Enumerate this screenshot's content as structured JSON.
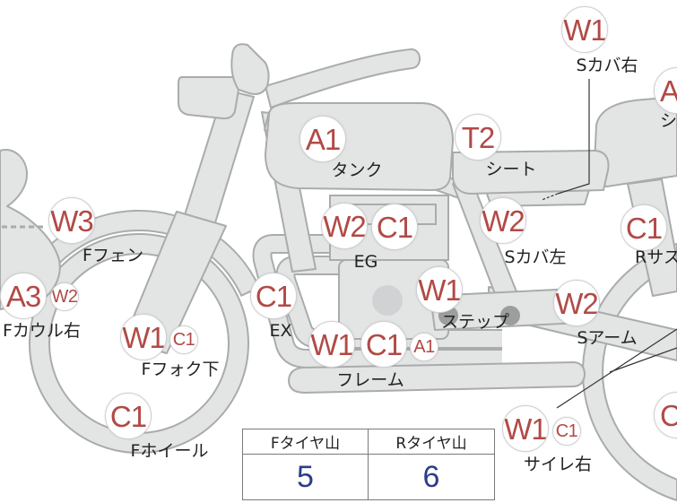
{
  "parts": [
    {
      "grades": [
        "W1"
      ],
      "label": "Sカバ右"
    },
    {
      "grades": [
        "A"
      ],
      "label": "シ"
    },
    {
      "grades": [
        "A1"
      ],
      "label": "タンク"
    },
    {
      "grades": [
        "T2"
      ],
      "label": "シート"
    },
    {
      "grades": [
        "W3"
      ],
      "label": "Fフェン"
    },
    {
      "grades": [
        "W2",
        "C1"
      ],
      "label": "EG"
    },
    {
      "grades": [
        "W2"
      ],
      "label": "Sカバ左"
    },
    {
      "grades": [
        "C1"
      ],
      "label": "Rサス"
    },
    {
      "grades": [
        "A3",
        "W2"
      ],
      "label": "Fカウル右"
    },
    {
      "grades": [
        "C1"
      ],
      "label": "EX"
    },
    {
      "grades": [
        "W1"
      ],
      "label": "ステップ"
    },
    {
      "grades": [
        "W2"
      ],
      "label": "Sアーム"
    },
    {
      "grades": [
        "W1",
        "C1"
      ],
      "label": "Fフォク下"
    },
    {
      "grades": [
        "W1",
        "C1",
        "A1"
      ],
      "label": "フレーム"
    },
    {
      "grades": [
        "C1"
      ],
      "label": "Fホイール"
    },
    {
      "grades": [
        "W1",
        "C1"
      ],
      "label": "サイレ右"
    },
    {
      "grades": [
        "C"
      ]
    }
  ],
  "tire_table": {
    "headers": [
      "Fタイヤ山",
      "Rタイヤ山"
    ],
    "values": [
      "5",
      "6"
    ]
  },
  "colors": {
    "grade_text": "#b14a46",
    "tire_value_text": "#2c3d8c",
    "bike_fill": "#e3e4e4",
    "bike_outline": "#a9abad",
    "footstep": "#9c9d9e"
  }
}
